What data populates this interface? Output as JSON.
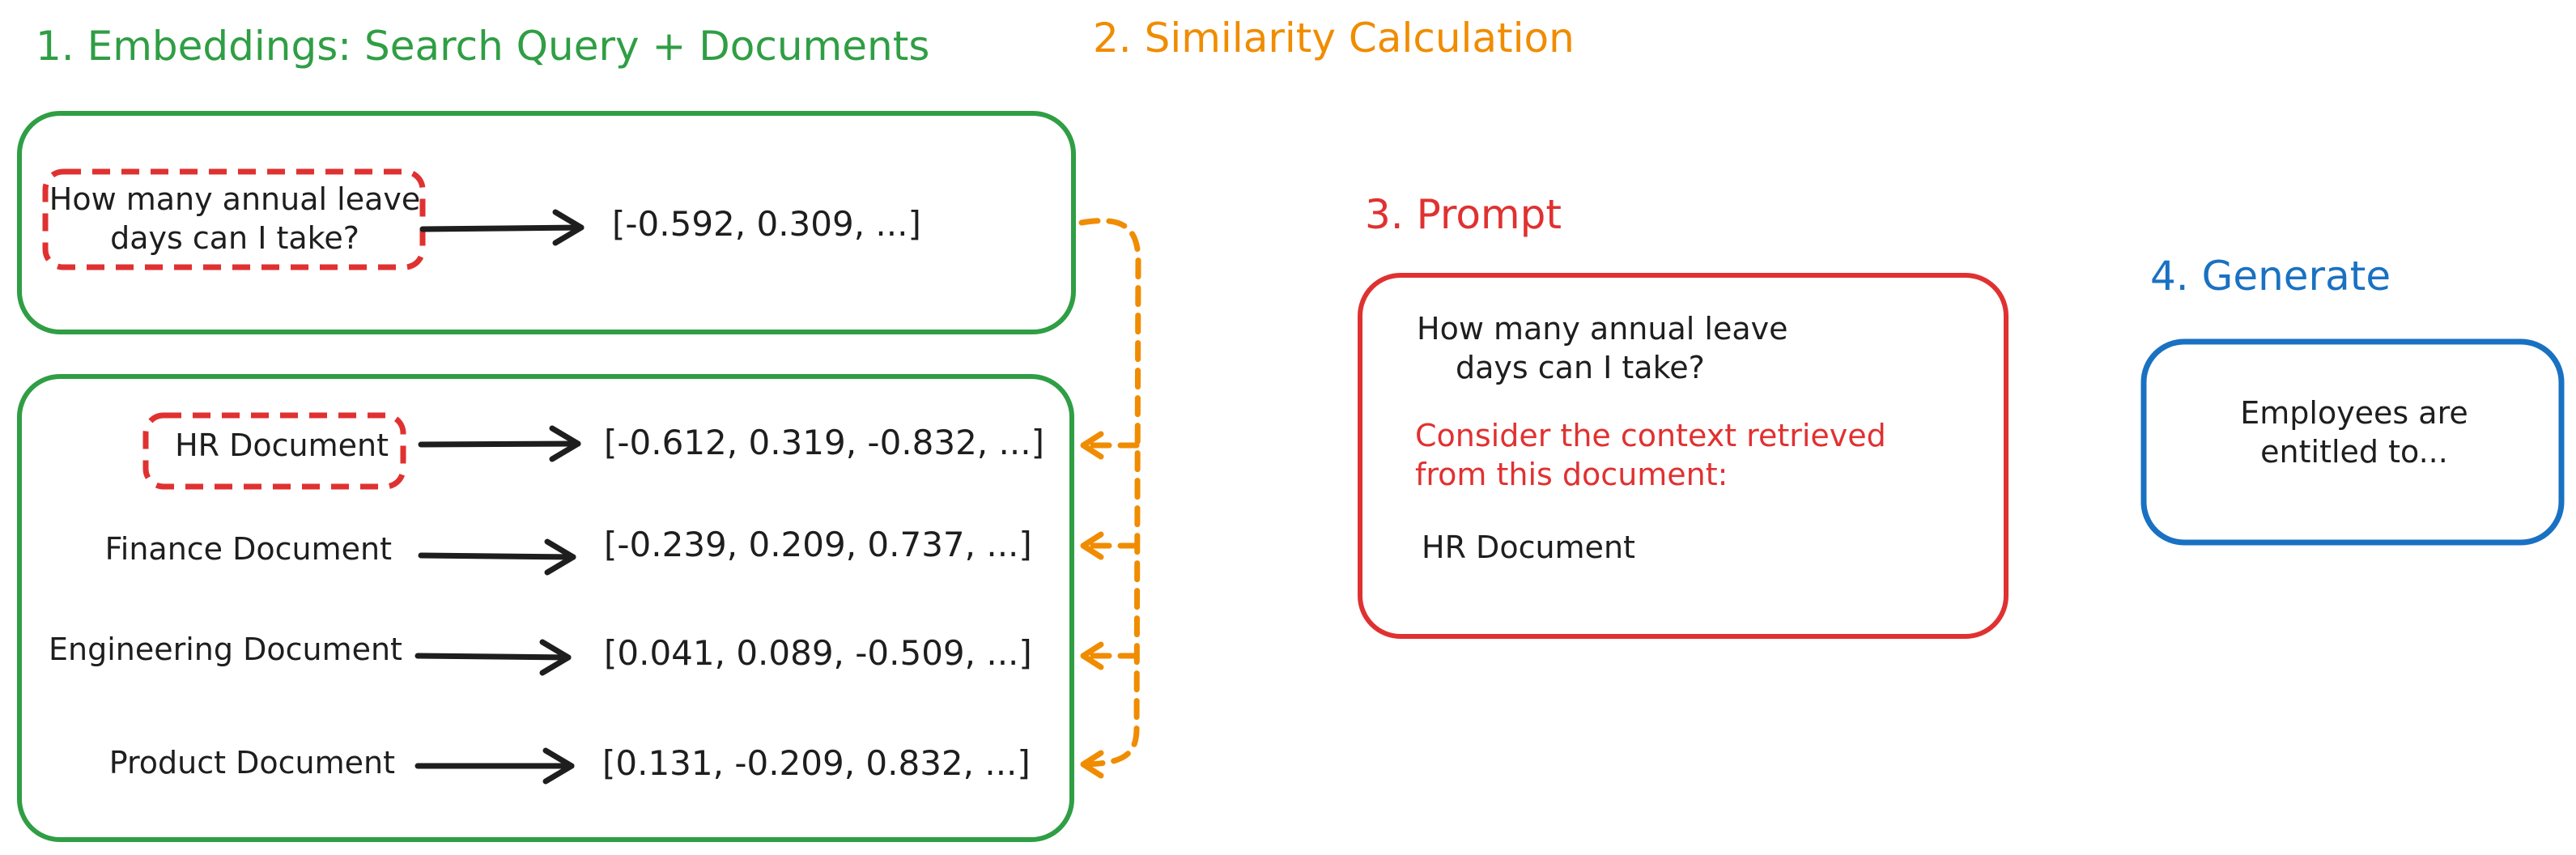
{
  "headings": {
    "embeddings": "1. Embeddings: Search Query + Documents",
    "similarity": "2. Similarity Calculation",
    "prompt": "3. Prompt",
    "generate": "4. Generate"
  },
  "query": {
    "line1": "How many annual leave",
    "line2": "days can I take?",
    "vector": "[-0.592, 0.309, ...]"
  },
  "documents": [
    {
      "label": "HR Document",
      "vector": "[-0.612, 0.319, -0.832, ...]"
    },
    {
      "label": "Finance Document",
      "vector": "[-0.239, 0.209, 0.737, ...]"
    },
    {
      "label": "Engineering Document",
      "vector": "[0.041, 0.089, -0.509, ...]"
    },
    {
      "label": "Product Document",
      "vector": "[0.131, -0.209, 0.832, ...]"
    }
  ],
  "prompt": {
    "question_line1": "How many annual leave",
    "question_line2": "days can I take?",
    "instruction_line1": "Consider the context retrieved",
    "instruction_line2": "from this document:",
    "document": "HR Document"
  },
  "generate": {
    "line1": "Employees are",
    "line2": "entitled to..."
  },
  "colors": {
    "green": "#2f9e44",
    "orange": "#f08c00",
    "red": "#e03131",
    "blue": "#1971c2",
    "ink": "#1e1e1e"
  }
}
